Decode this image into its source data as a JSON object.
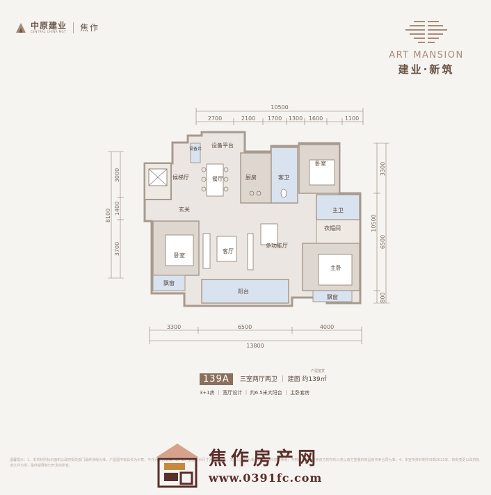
{
  "header": {
    "developer_cn": "中原建业",
    "developer_en": "CENTRAL CHINA MGT",
    "city": "焦作",
    "brand_en": "ART MANSION",
    "brand_cn": "建业·新筑"
  },
  "plan": {
    "top_total": "10500",
    "top_segments": [
      "2700",
      "2100",
      "1700",
      "1300",
      "1600",
      "1100"
    ],
    "bottom_total": "13800",
    "bottom_segments": [
      "3300",
      "6500",
      "4000"
    ],
    "left_total": "8100",
    "left_segments": [
      "3000",
      "1400",
      "3700"
    ],
    "right_total": "10500",
    "right_segments": [
      "3300",
      "6500",
      "800"
    ],
    "rooms": {
      "shaft": "设备井",
      "platform": "设备平台",
      "elevator_hall": "候梯厅",
      "dining": "餐厅",
      "kitchen": "厨房",
      "guest_bath": "客卫",
      "bedroom_ne": "卧室",
      "foyer": "玄关",
      "master_bath": "主卫",
      "closet": "衣帽间",
      "bedroom_w": "卧室",
      "living": "客厅",
      "multi": "多功能厅",
      "master": "主卧",
      "bay_w": "飘窗",
      "balcony": "阳台",
      "bay_e": "飘窗"
    }
  },
  "info": {
    "model": "139A",
    "layout": "三室两厅两卫",
    "area_label": "建面",
    "area": "约139㎡",
    "tag": "户型鉴赏",
    "features": "3+1房 ｜ 宽厅设计 ｜ 约6.5米大阳台 ｜ 主卧套房"
  },
  "disclaimer": "温馨提示：1、本资料所标示面积以政府相关部门最终测绘为准，户型图中家具仅为示意，不作为交付标准；2、本户型图所示尺寸为轴线尺寸，实际以交付为准；3、本资料仅供参考，不构成要约，买卖双方的权利义务以双方签署的商品房买卖合同为准；4、本宣传资料制作日期2021年，如有变更以政府批准文件为准，最终解释权归开发商所有。",
  "watermark": {
    "title": "焦作房产网",
    "url": "www.0391fc.com"
  }
}
